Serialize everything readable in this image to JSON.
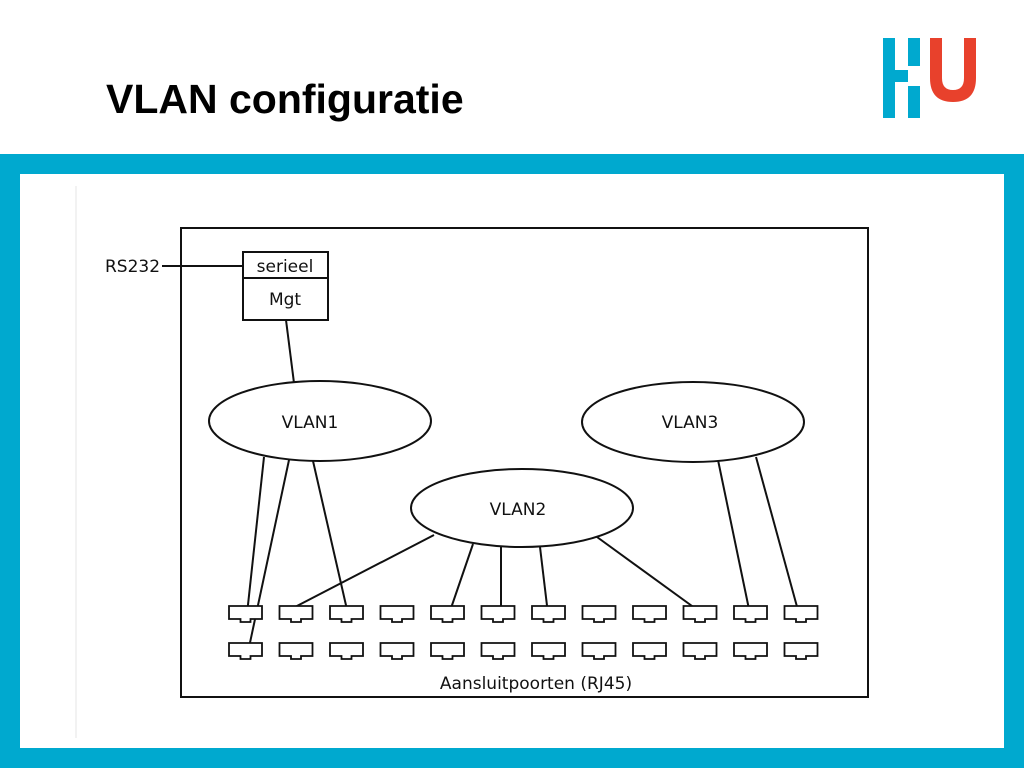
{
  "slide": {
    "title": "VLAN configuratie"
  },
  "logo": {
    "name": "HU",
    "colors": {
      "cyan": "#00a9cf",
      "red": "#e8412c"
    }
  },
  "colors": {
    "frame": "#00a9cf",
    "background": "#ffffff",
    "lines": "#111111"
  },
  "diagram": {
    "external_label": "RS232",
    "serial_label": "serieel",
    "mgt_label": "Mgt",
    "vlans": [
      "VLAN1",
      "VLAN2",
      "VLAN3"
    ],
    "ports_label": "Aansluitpoorten (RJ45)",
    "port_rows": 2,
    "ports_per_row": 12
  }
}
